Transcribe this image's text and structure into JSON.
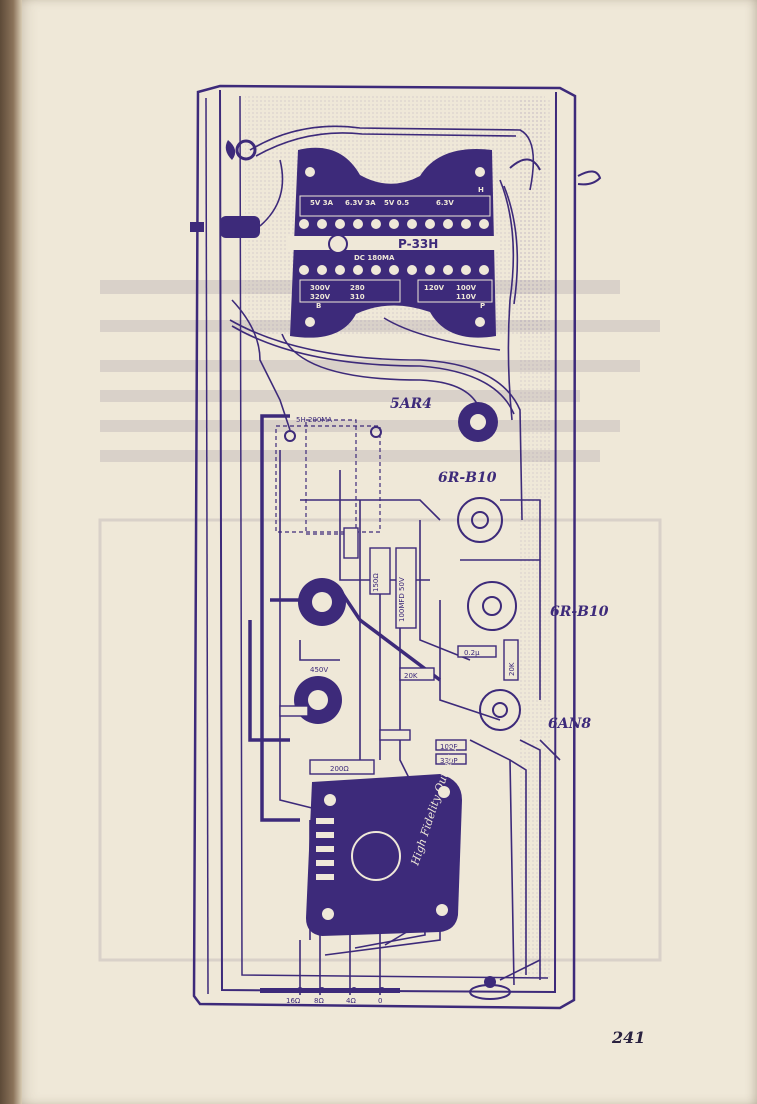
{
  "transformer": {
    "model": "P-33H",
    "current": "DC 180MA",
    "top_terminals": [
      "5V 3A",
      "6.3V 3A",
      "5V 0.5",
      "6.3V"
    ],
    "primary_taps": [
      "100V",
      "110V",
      "120V"
    ],
    "secondary_taps": [
      "300V",
      "280",
      "320V",
      "310"
    ],
    "corner_b": "B",
    "corner_h": "H",
    "corner_p": "P"
  },
  "choke": {
    "label": "5H 200MA"
  },
  "tubes": [
    {
      "name": "5AR4"
    },
    {
      "name": "6R-B10"
    },
    {
      "name": "6R-B10"
    },
    {
      "name": "6AN8"
    }
  ],
  "components": [
    {
      "label": "150Ω"
    },
    {
      "label": "100MFD 50V"
    },
    {
      "label": "200Ω"
    },
    {
      "label": "20K"
    },
    {
      "label": "450V"
    },
    {
      "label": "100P"
    },
    {
      "label": "330P"
    },
    {
      "label": "0.2μ"
    },
    {
      "label": "20K"
    }
  ],
  "output_transformer": {
    "label": "High Fidelity Output T."
  },
  "output_terminals": [
    "16Ω",
    "8Ω",
    "4Ω",
    "0"
  ],
  "page_number": "241",
  "ink_color": "#3d2a7a",
  "paper_color": "#efe8d8"
}
